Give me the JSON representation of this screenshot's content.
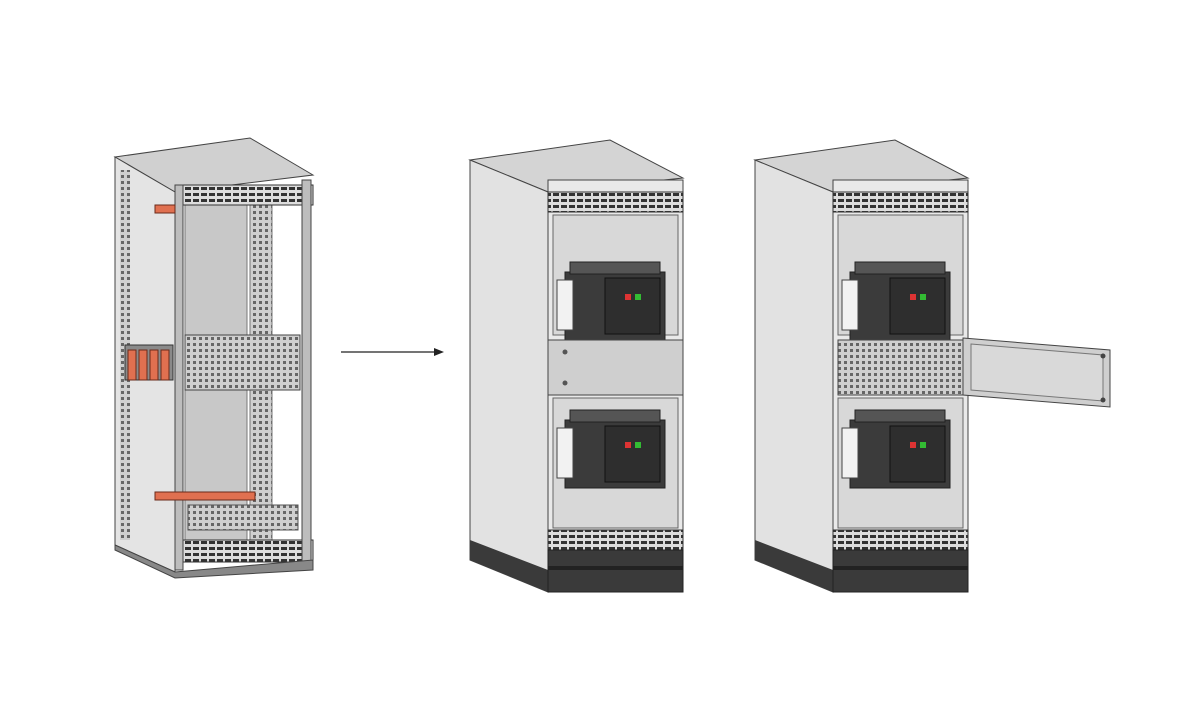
{
  "illustration": {
    "stages": [
      {
        "id": "frame",
        "state": "open-frame-with-busbars"
      },
      {
        "id": "assembled",
        "state": "closed-middle-cover"
      },
      {
        "id": "assembled-door-open",
        "state": "middle-door-open"
      }
    ],
    "icons": [
      "arrow-right-icon",
      "breaker-icon"
    ]
  },
  "colors": {
    "panel": "#dcdcdc",
    "panel_dark": "#bdbdbd",
    "frame": "#9a9a9a",
    "base": "#3a3a3a",
    "breaker": "#3b3b3b",
    "busbar": "#e07050",
    "indicator_red": "#d33",
    "indicator_green": "#3b3",
    "outline": "#444444"
  }
}
